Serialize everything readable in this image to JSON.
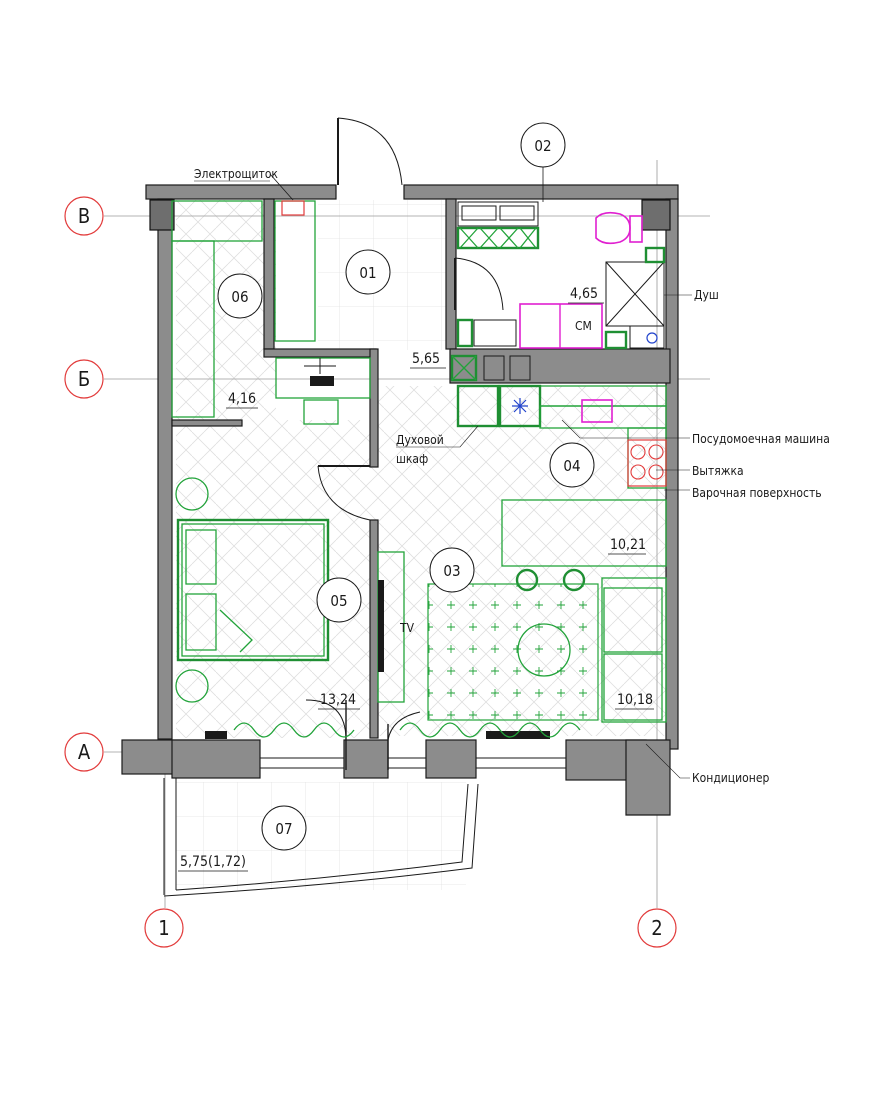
{
  "grid_axes": {
    "rows": [
      "В",
      "Б",
      "А"
    ],
    "cols": [
      "1",
      "2"
    ]
  },
  "rooms": [
    {
      "id": "01",
      "area": "5,65"
    },
    {
      "id": "02",
      "area": "4,65"
    },
    {
      "id": "03",
      "area": "13,24"
    },
    {
      "id": "04",
      "area": "10,21"
    },
    {
      "id": "05",
      "area": "10,18"
    },
    {
      "id": "06",
      "area": "4,16"
    },
    {
      "id": "07",
      "area": "5,75(1,72)"
    }
  ],
  "labels": {
    "electro": "Электрощиток",
    "shower": "Душ",
    "washer": "СМ",
    "oven_line1": "Духовой",
    "oven_line2": "шкаф",
    "dishwasher": "Посудомоечная машина",
    "hood": "Вытяжка",
    "hob": "Варочная поверхность",
    "tv": "TV",
    "ac": "Кондиционер"
  },
  "colors": {
    "furniture": "#22a33a",
    "plumbing": "#e020d0",
    "hob": "#e23b3b",
    "walls": "#8c8c8c"
  }
}
